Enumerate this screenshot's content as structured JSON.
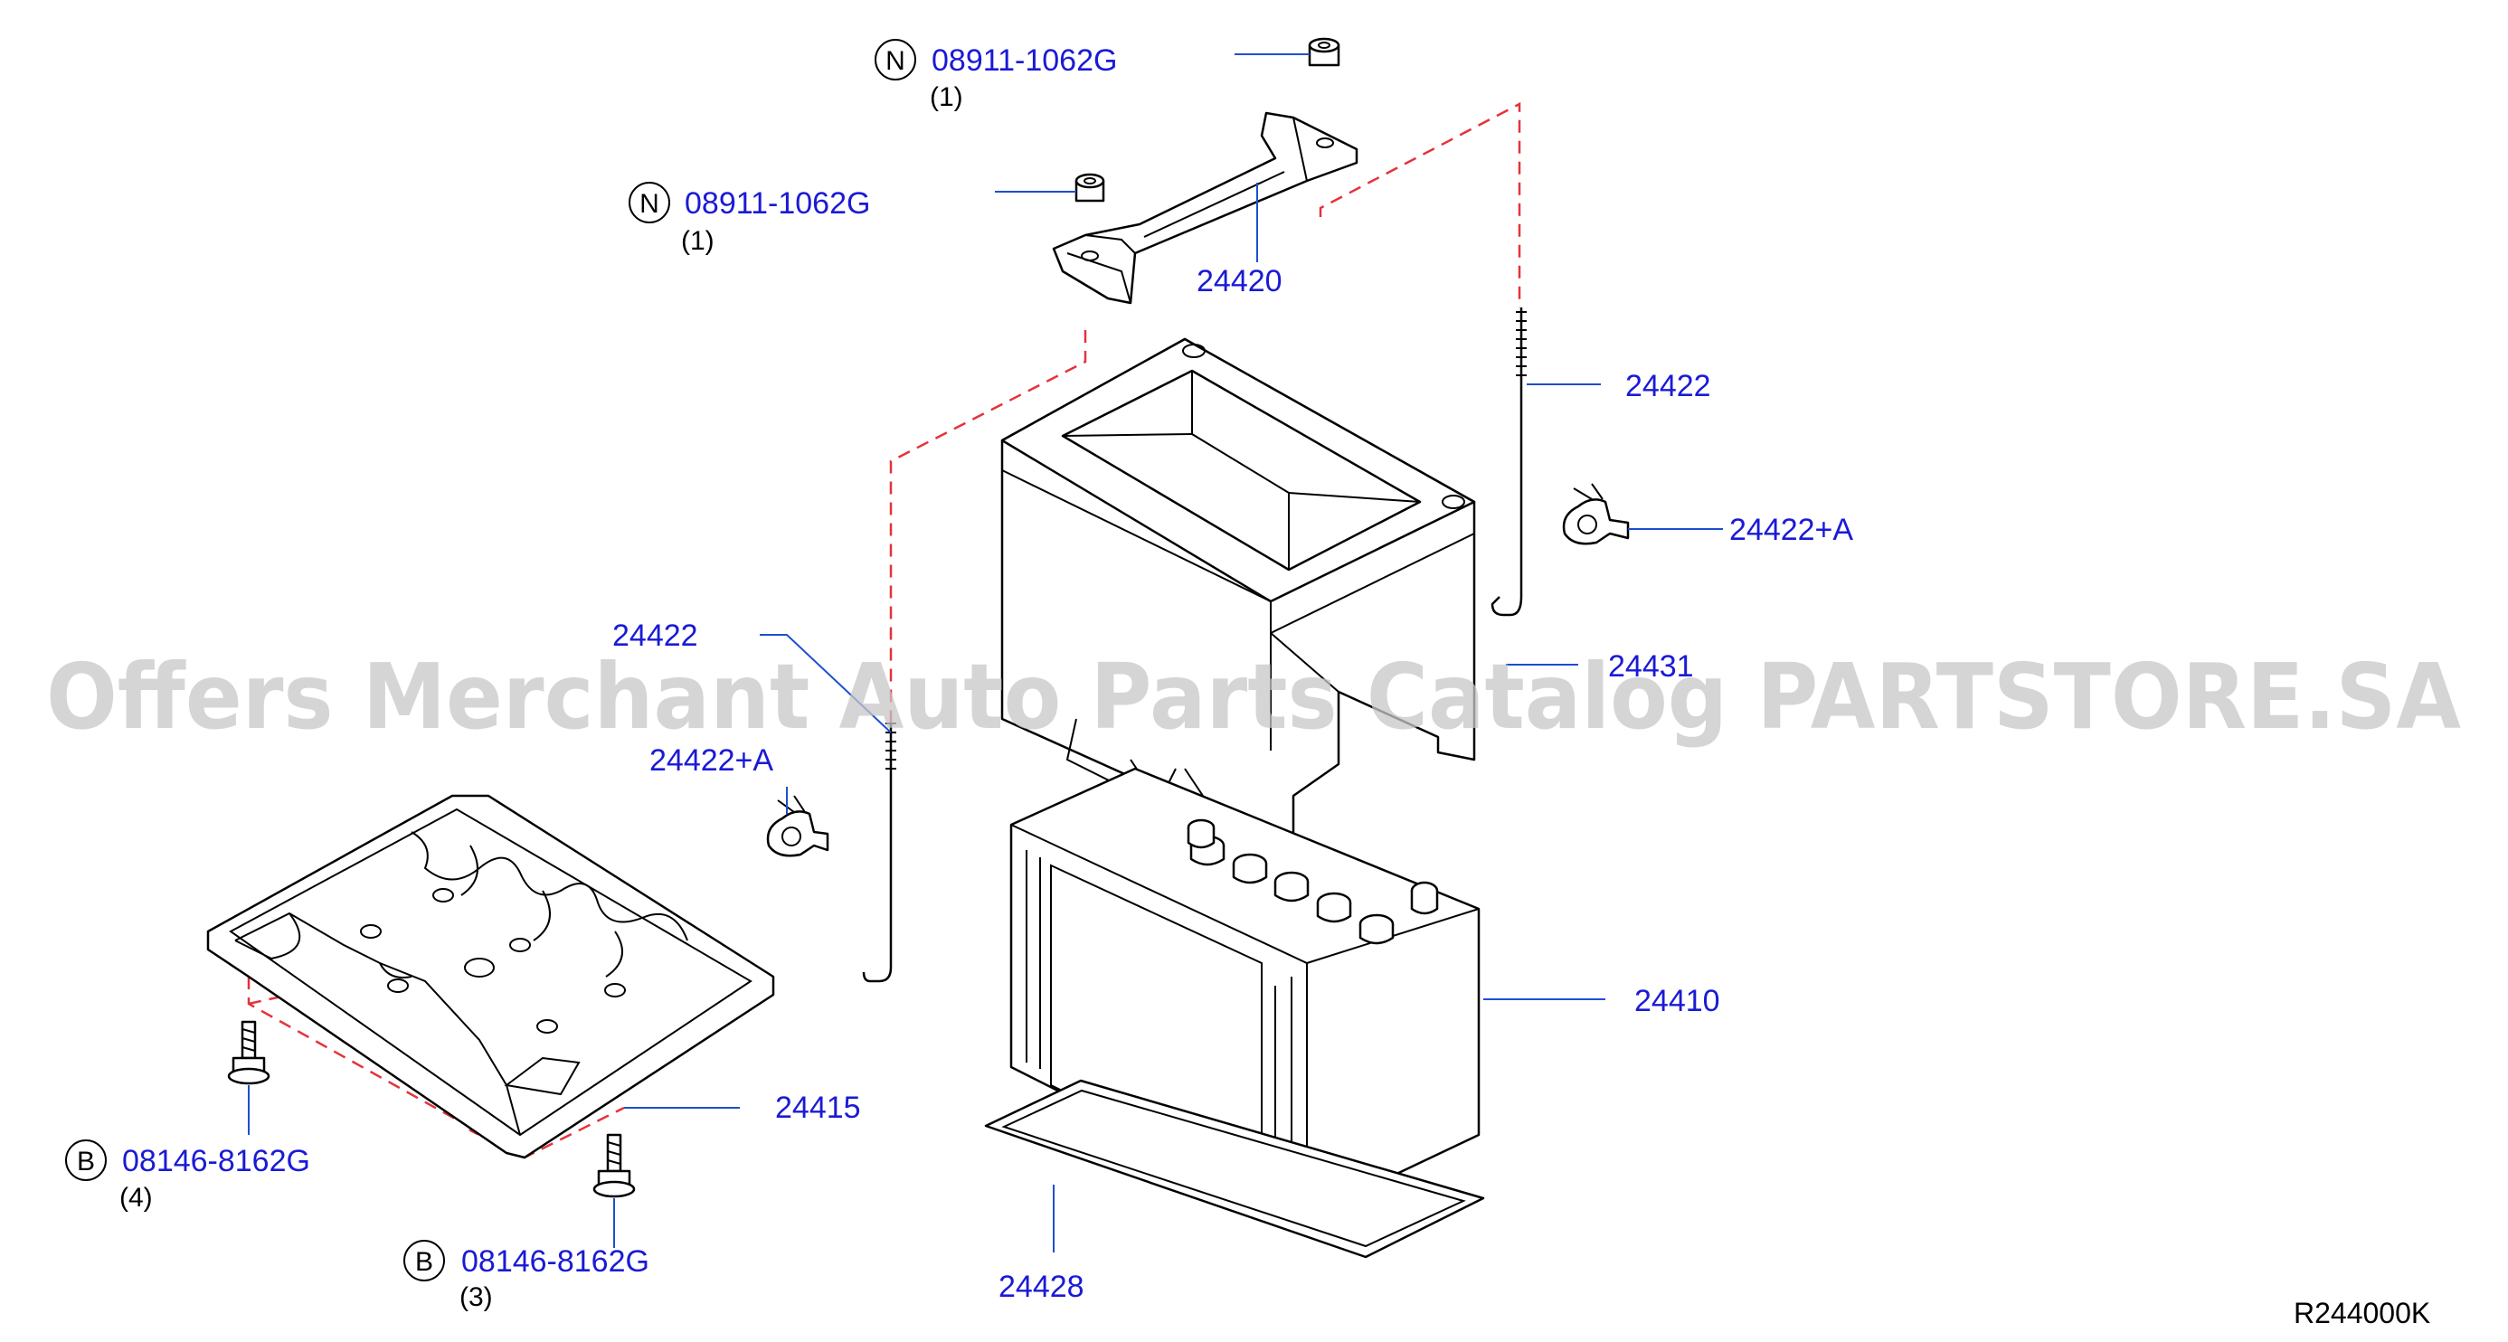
{
  "callouts": [
    {
      "code_letter": "N",
      "part": "08911-1062G",
      "qty": "(1)"
    },
    {
      "code_letter": "N",
      "part": "08911-1062G",
      "qty": "(1)"
    },
    {
      "code_letter": "B",
      "part": "08146-8162G",
      "qty": "(4)"
    },
    {
      "code_letter": "B",
      "part": "08146-8162G",
      "qty": "(3)"
    }
  ],
  "parts": [
    {
      "number": "24420"
    },
    {
      "number": "24422"
    },
    {
      "number": "24422+A"
    },
    {
      "number": "24422"
    },
    {
      "number": "24431"
    },
    {
      "number": "24422+A"
    },
    {
      "number": "24410"
    },
    {
      "number": "24415"
    },
    {
      "number": "24428"
    }
  ],
  "diagram_code": "R244000K",
  "watermark": "Offers Merchant Auto Parts Catalog PARTSTORE.SA",
  "colors": {
    "part_number": "#1a1ad6",
    "leader": "#1d4fd0",
    "dashed_guide": "#e4333b",
    "watermark": "#c8c8c8"
  }
}
